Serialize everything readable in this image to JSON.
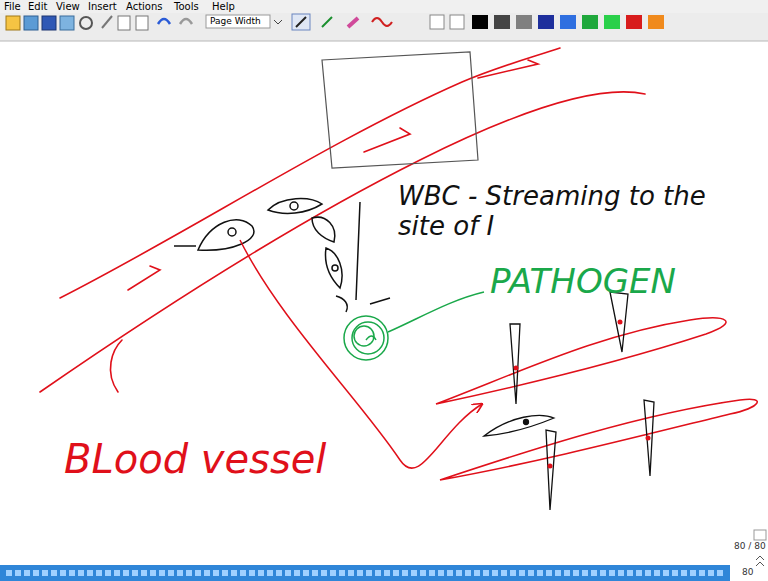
{
  "diagram": {
    "labels": [
      "File",
      "Edit",
      "View",
      "Insert",
      "Actions",
      "Tools",
      "Help",
      "Page Width",
      "WBC - Streaming to the site of I",
      "PATHOGEN",
      "BLood vessel",
      "80 / 80",
      "80"
    ]
  }
}
